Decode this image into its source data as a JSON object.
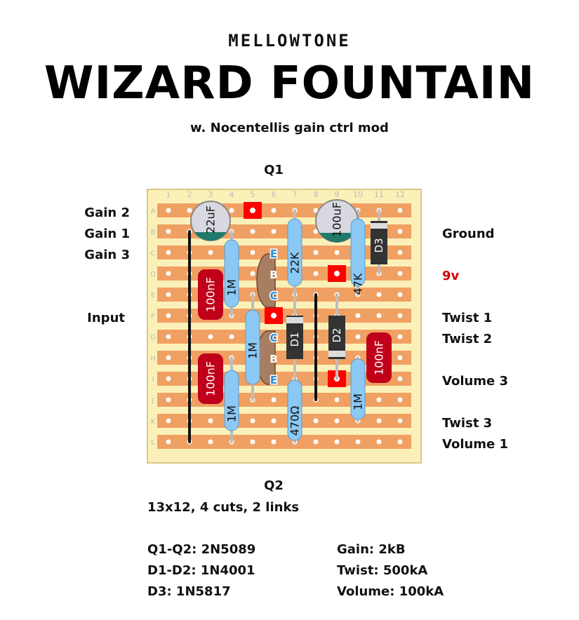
{
  "header": {
    "brand": "MELLOWTONE",
    "title": "WIZARD FOUNTAIN",
    "subtitle": "w. Nocentellis gain ctrl mod"
  },
  "board": {
    "columns": [
      "1",
      "2",
      "3",
      "4",
      "5",
      "6",
      "7",
      "8",
      "9",
      "10",
      "11",
      "12"
    ],
    "rows": [
      "A",
      "B",
      "C",
      "D",
      "E",
      "F",
      "G",
      "H",
      "I",
      "J",
      "K",
      "L"
    ],
    "transistor_labels": {
      "top": "Q1",
      "bottom": "Q2"
    }
  },
  "left_labels": [
    "Gain 2",
    "Gain 1",
    "Gain 3",
    "Input"
  ],
  "right_labels": {
    "ground": "Ground",
    "power": "9v",
    "twist1": "Twist 1",
    "twist2": "Twist 2",
    "volume3": "Volume 3",
    "twist3": "Twist 3",
    "volume1": "Volume 1"
  },
  "components": {
    "c1": "22uF",
    "c2": "100uF",
    "d3": "D3",
    "r_22k": "22K",
    "r_47k": "47K",
    "r_1m_a": "1M",
    "r_1m_b": "1M",
    "r_1m_c": "1M",
    "r_1m_d": "1M",
    "r_470": "470Ω",
    "film1": "100nF",
    "film2": "100nF",
    "film3": "100nF",
    "d1": "D1",
    "d2": "D2",
    "q1_e": "E",
    "q1_b": "B",
    "q1_c": "C",
    "q2_c": "C",
    "q2_b": "B",
    "q2_e": "E"
  },
  "specs": {
    "size": "13x12, 4 cuts, 2 links",
    "transistors": "Q1-Q2: 2N5089",
    "diodes": "D1-D2: 1N4001",
    "d3": "D3: 1N5817",
    "gain": "Gain: 2kB",
    "twist": "Twist: 500kA",
    "volume": "Volume: 100kA"
  },
  "colors": {
    "board": "#fbf0b8",
    "strip": "#f0a062",
    "resistor": "#8cc8f4",
    "film_cap": "#c0001a",
    "cut": "#ff0000",
    "diode": "#333333",
    "transistor": "#a87e62",
    "transistor_pin": "#2a8fd6"
  }
}
